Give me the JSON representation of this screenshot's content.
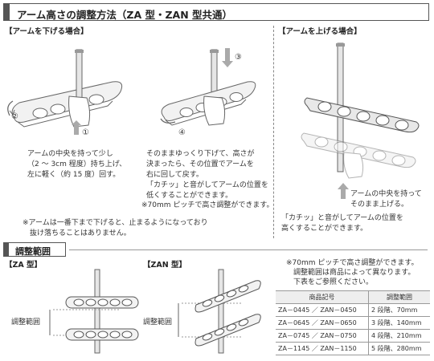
{
  "title": "アーム高さの調整方法（ZA 型・ZAN 型共通）",
  "lower": {
    "heading": "【アームを下げる場合】",
    "step1_text": "アームの中央を持って少し\n（2 ～ 3cm 程度）持ち上げ、\n左に軽く（約 15 度）回す。",
    "step2_text": "そのままゆっくり下げて、高さが\n決まったら、その位置でアームを\n右に回して戻す。\n「カチッ」と音がしてアームの位置を\n低くすることができます。",
    "pitch_note": "※70mm ピッチで高さ調整ができます。",
    "bottom_note": "※アームは一番下まで下げると、止まるようになっており\n　抜け落ちることはありません。",
    "markers": [
      "①",
      "②",
      "③",
      "④"
    ]
  },
  "raise": {
    "heading": "【アームを上げる場合】",
    "hold_text": "アームの中央を持って\nそのまま上げる。",
    "click_text": "「カチッ」と音がしてアームの位置を\n高くすることができます。"
  },
  "range": {
    "heading": "調整範囲",
    "za_label": "【ZA 型】",
    "zan_label": "【ZAN 型】",
    "range_label_za": "調整範囲",
    "range_label_zan": "調整範囲",
    "note": "※70mm ピッチで高さ調整ができます。\n　調整範囲は商品によって異なります。\n　下表をご参照ください。"
  },
  "table": {
    "headers": [
      "商品記号",
      "調整範囲"
    ],
    "rows": [
      [
        "ZA－0445 ／ ZAN－0450",
        "2 段階、70mm"
      ],
      [
        "ZA－0645 ／ ZAN－0650",
        "3 段階、140mm"
      ],
      [
        "ZA－0745 ／ ZAN－0750",
        "4 段階、210mm"
      ],
      [
        "ZA－1145 ／ ZAN－1150",
        "5 段階、280mm"
      ]
    ]
  }
}
